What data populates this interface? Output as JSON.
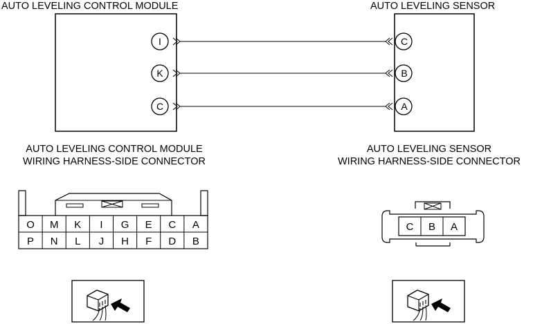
{
  "wiring": {
    "left_module_title": "AUTO LEVELING CONTROL MODULE",
    "right_module_title": "AUTO LEVELING SENSOR",
    "connections": [
      {
        "from_pin": "I",
        "to_pin": "C"
      },
      {
        "from_pin": "K",
        "to_pin": "B"
      },
      {
        "from_pin": "C",
        "to_pin": "A"
      }
    ]
  },
  "left_connector": {
    "title_line1": "AUTO LEVELING CONTROL MODULE",
    "title_line2": "WIRING HARNESS-SIDE CONNECTOR",
    "row1": [
      "O",
      "M",
      "K",
      "I",
      "G",
      "E",
      "C",
      "A"
    ],
    "row2": [
      "P",
      "N",
      "L",
      "J",
      "H",
      "F",
      "D",
      "B"
    ]
  },
  "right_connector": {
    "title_line1": "AUTO LEVELING SENSOR",
    "title_line2": "WIRING HARNESS-SIDE CONNECTOR",
    "pins": [
      "C",
      "B",
      "A"
    ]
  },
  "icons": {
    "left": "harness-side-probe-icon",
    "right": "harness-side-probe-icon"
  }
}
